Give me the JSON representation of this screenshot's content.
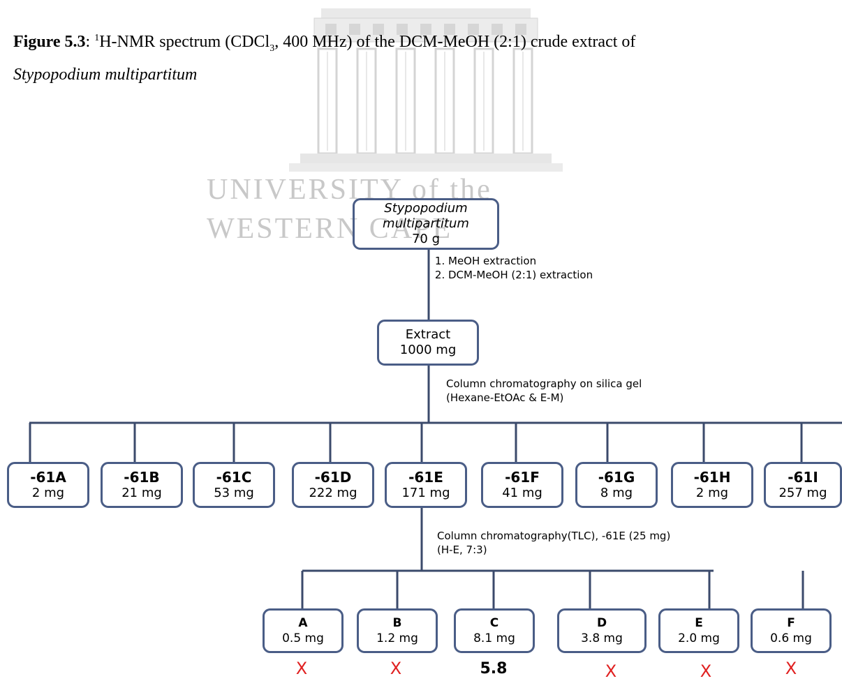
{
  "caption": {
    "label": "Figure 5.3",
    "sep": ": ",
    "superscript": "1",
    "text_a": "H-NMR spectrum (CDCl",
    "subscript": "3",
    "text_b": ", 400 MHz) of the DCM-MeOH (2:1) crude extract of",
    "line2": "Stypopodium multipartitum"
  },
  "watermark": {
    "line1": "UNIVERSITY of the",
    "line2": "WESTERN CAPE",
    "icon": "university-building-logo"
  },
  "root": {
    "name_line1": "Stypopodium",
    "name_line2": "multipartitum",
    "mass": "70 g"
  },
  "step1": {
    "items": [
      "MeOH extraction",
      "DCM-MeOH (2:1) extraction"
    ]
  },
  "extract": {
    "label": "Extract",
    "mass": "1000 mg"
  },
  "step2": {
    "line1": "Column chromatography on silica gel",
    "line2": "(Hexane-EtOAc & E-M)"
  },
  "fractions": [
    {
      "code": "-61A",
      "mass": "2 mg"
    },
    {
      "code": "-61B",
      "mass": "21 mg"
    },
    {
      "code": "-61C",
      "mass": "53 mg"
    },
    {
      "code": "-61D",
      "mass": "222 mg"
    },
    {
      "code": "-61E",
      "mass": "171 mg"
    },
    {
      "code": "-61F",
      "mass": "41 mg"
    },
    {
      "code": "-61G",
      "mass": "8 mg"
    },
    {
      "code": "-61H",
      "mass": "2 mg"
    },
    {
      "code": "-61I",
      "mass": "257 mg"
    }
  ],
  "step3": {
    "line1": "Column chromatography(TLC), -61E (25 mg)",
    "line2": "(H-E, 7:3)"
  },
  "subfractions": [
    {
      "code": "A",
      "mass": "0.5 mg",
      "result": "X"
    },
    {
      "code": "B",
      "mass": "1.2 mg",
      "result": "X"
    },
    {
      "code": "C",
      "mass": "8.1 mg",
      "result": "5.8"
    },
    {
      "code": "D",
      "mass": "3.8 mg",
      "result": "X"
    },
    {
      "code": "E",
      "mass": "2.0 mg",
      "result": "X"
    },
    {
      "code": "F",
      "mass": "0.6 mg",
      "result": "X"
    }
  ],
  "colors": {
    "box_border": "#4a5d86",
    "line": "#3b4a6b",
    "reject_mark": "#e02020"
  }
}
